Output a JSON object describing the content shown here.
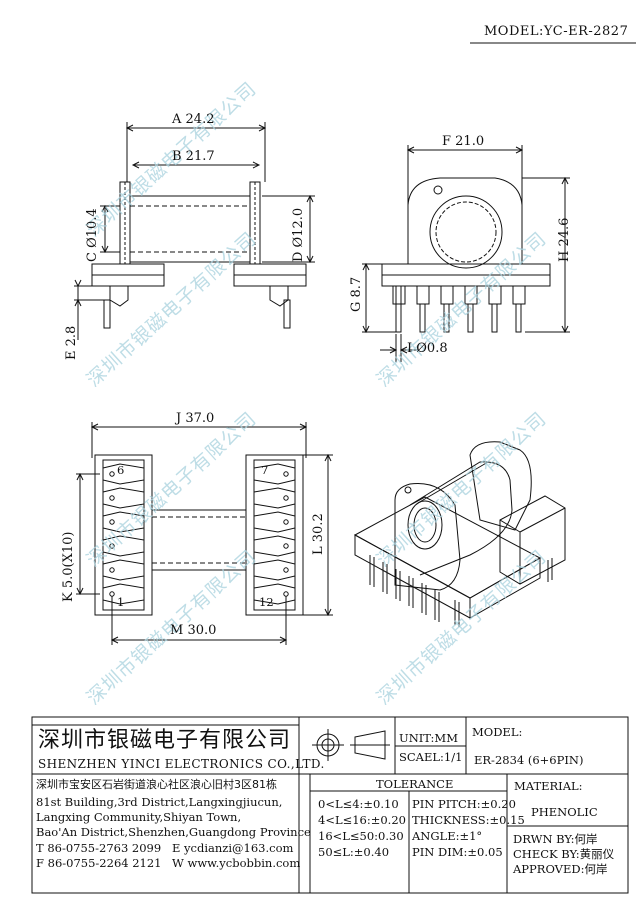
{
  "header": {
    "model": "MODEL:YC-ER-2827"
  },
  "watermark": "深圳市银磁电子有限公司",
  "dims": {
    "a": "A 24.2",
    "b": "B 21.7",
    "c": "C Ø10.4",
    "d": "D Ø12.0",
    "e": "E 2.8",
    "f": "F 21.0",
    "g": "G 8.7",
    "h": "H 24.6",
    "i": "I Ø0.8",
    "j": "J 37.0",
    "k": "K 5.0(X10)",
    "l": "L 30.2",
    "m": "M 30.0"
  },
  "pins": {
    "p6": "6",
    "p7": "7",
    "p1": "1",
    "p12": "12"
  },
  "title_block": {
    "company_cn": "深圳市银磁电子有限公司",
    "company_en": "SHENZHEN YINCI ELECTRONICS CO.,LTD.",
    "unit": "UNIT:MM",
    "scale": "SCAEL:1/1",
    "model_label": "MODEL:",
    "model_value": "ER-2834 (6+6PIN)",
    "address_cn": "深圳市宝安区石岩街道浪心社区浪心旧村3区81栋",
    "address_en": [
      "81st Building,3rd District,Langxingjiucun,",
      "Langxing Community,Shiyan Town,",
      "Bao'An District,Shenzhen,Guangdong Province"
    ],
    "tel": "T 86-0755-2763 2099",
    "email": "E ycdianzi@163.com",
    "fax": "F 86-0755-2264 2121",
    "web": "W www.ycbobbin.com",
    "tolerance_title": "TOLERANCE",
    "tolerance": [
      "0<L≤4:±0.10",
      "4<L≤16:±0.20",
      "16<L≤50:0.30",
      "50≤L:±0.40"
    ],
    "pin_specs": [
      "PIN PITCH:±0.20",
      "THICKNESS:±0.15",
      "ANGLE:±1°",
      "PIN DIM:±0.05"
    ],
    "material_label": "MATERIAL:",
    "material_value": "PHENOLIC",
    "drwn": "DRWN BY:何岸",
    "check": "CHECK BY:黄丽仪",
    "approved": "APPROVED:何岸"
  }
}
